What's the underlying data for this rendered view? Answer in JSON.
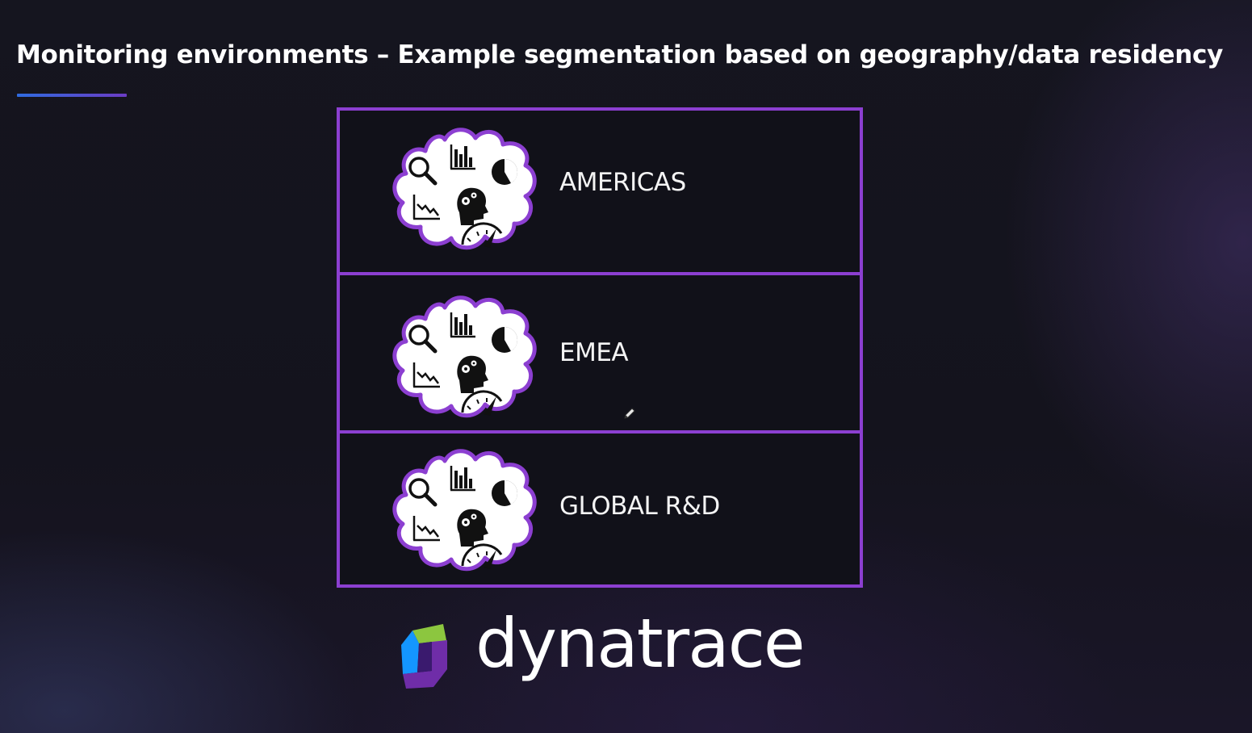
{
  "slide": {
    "title": "Monitoring environments – Example segmentation based on geography/data residency"
  },
  "environments": [
    {
      "label": "AMERICAS",
      "icon": "analytics-cloud-icon"
    },
    {
      "label": "EMEA",
      "icon": "analytics-cloud-icon"
    },
    {
      "label": "GLOBAL R&D",
      "icon": "analytics-cloud-icon"
    }
  ],
  "logo": {
    "text": "dynatrace",
    "icon": "dynatrace-logo-icon"
  },
  "colors": {
    "border": "#8c3fd1",
    "underline_start": "#2f6be0",
    "underline_end": "#6b3cc4",
    "logo_green": "#8cc63f",
    "logo_blue": "#1496ff",
    "logo_purple": "#6f2da8"
  }
}
